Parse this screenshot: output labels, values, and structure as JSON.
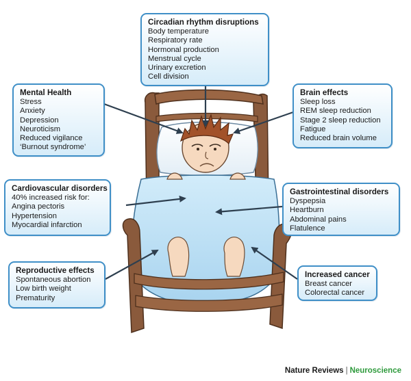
{
  "boxes": {
    "circadian": {
      "title": "Circadian rhythm disruptions",
      "items": [
        "Body temperature",
        "Respiratory rate",
        "Hormonal production",
        "Menstrual cycle",
        "Urinary excretion",
        "Cell division"
      ]
    },
    "mental": {
      "title": "Mental Health",
      "items": [
        "Stress",
        "Anxiety",
        "Depression",
        "Neuroticism",
        "Reduced vigilance",
        "‘Burnout syndrome’"
      ]
    },
    "brain": {
      "title": "Brain effects",
      "items": [
        "Sleep loss",
        "REM sleep reduction",
        "Stage 2 sleep reduction",
        "Fatigue",
        "Reduced brain volume"
      ]
    },
    "cardio": {
      "title": "Cardiovascular disorders",
      "items": [
        "40% increased risk for:",
        "Angina pectoris",
        "Hypertension",
        "Myocardial infarction"
      ]
    },
    "gastro": {
      "title": "Gastrointestinal disorders",
      "items": [
        "Dyspepsia",
        "Heartburn",
        "Abdominal pains",
        "Flatulence"
      ]
    },
    "reproductive": {
      "title": "Reproductive effects",
      "items": [
        "Spontaneous abortion",
        "Low birth weight",
        "Prematurity"
      ]
    },
    "cancer": {
      "title": "Increased cancer",
      "items": [
        "Breast cancer",
        "Colorectal cancer"
      ]
    }
  },
  "footer": {
    "publisher": "Nature Reviews",
    "separator": "|",
    "journal": "Neuroscience"
  },
  "colors": {
    "box_border": "#3f8fc7",
    "box_fill": "#d6ecf9",
    "bed_wood": "#8a5a3c",
    "blanket": "#bfe1f5",
    "hair": "#a2522a",
    "arrow": "#2e3f4f",
    "journal": "#2e9a3c"
  }
}
